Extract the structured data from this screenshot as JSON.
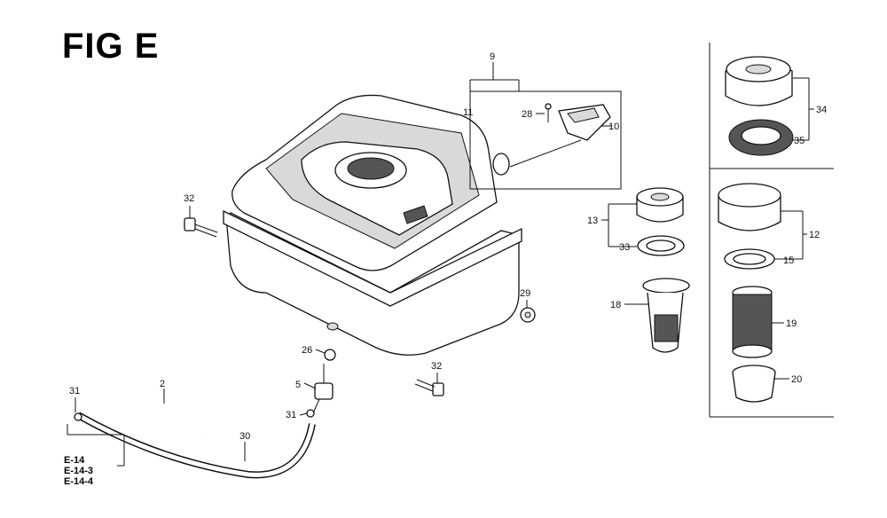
{
  "figure": {
    "title": "FIG E"
  },
  "references": [
    "E-14",
    "E-14-3",
    "E-14-4"
  ],
  "callouts": {
    "c9": "9",
    "c11": "11",
    "c28": "28",
    "c10": "10",
    "c32a": "32",
    "c32b": "32",
    "c13": "13",
    "c33": "33",
    "c29": "29",
    "c18": "18",
    "c26": "26",
    "c5": "5",
    "c31a": "31",
    "c31b": "31",
    "c2": "2",
    "c30": "30",
    "c34": "34",
    "c35": "35",
    "c12": "12",
    "c15": "15",
    "c19": "19",
    "c20": "20"
  },
  "parts": [
    {
      "id": "fuel-tank",
      "name": "fuel-tank-icon"
    },
    {
      "id": "fuel-gauge",
      "callout": "9"
    },
    {
      "id": "tank-cap",
      "callout": "13"
    },
    {
      "id": "cap-gasket",
      "callout": "33"
    },
    {
      "id": "strainer-cup",
      "callout": "18"
    },
    {
      "id": "fuel-cock",
      "callout": "5"
    },
    {
      "id": "fuel-hose",
      "callout": "30"
    },
    {
      "id": "cap-34",
      "callout": "34"
    },
    {
      "id": "gasket-35",
      "callout": "35"
    },
    {
      "id": "cap-12",
      "callout": "12"
    },
    {
      "id": "gasket-15",
      "callout": "15"
    },
    {
      "id": "filter-19",
      "callout": "19"
    },
    {
      "id": "cup-20",
      "callout": "20"
    }
  ]
}
